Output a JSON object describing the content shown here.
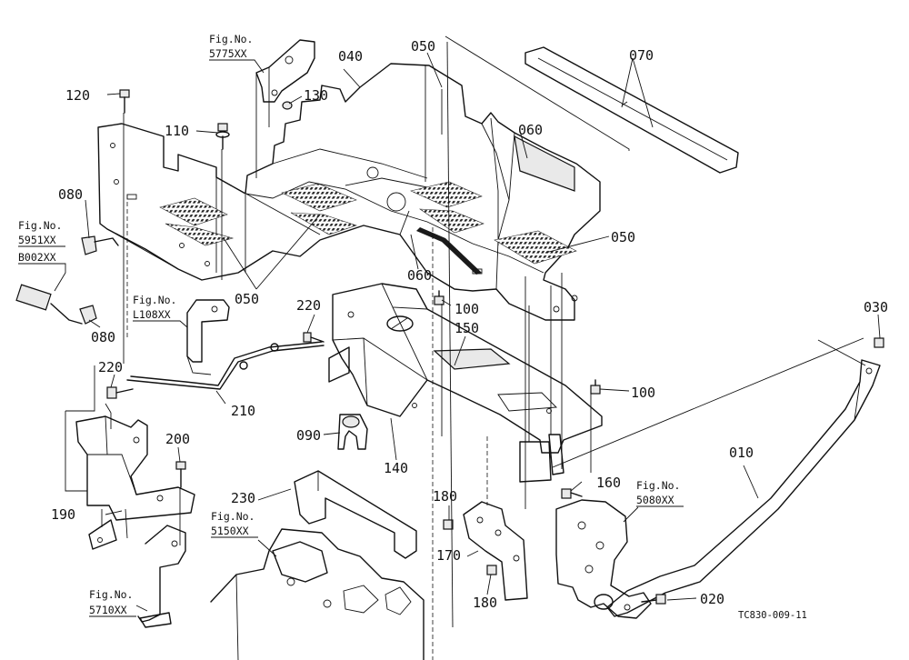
{
  "figure": {
    "drawing_code": "TC830-009-11"
  },
  "part_labels": [
    {
      "id": "p010",
      "text": "010"
    },
    {
      "id": "p020",
      "text": "020"
    },
    {
      "id": "p030",
      "text": "030"
    },
    {
      "id": "p040",
      "text": "040"
    },
    {
      "id": "p050a",
      "text": "050"
    },
    {
      "id": "p050b",
      "text": "050"
    },
    {
      "id": "p050c",
      "text": "050"
    },
    {
      "id": "p060a",
      "text": "060"
    },
    {
      "id": "p060b",
      "text": "060"
    },
    {
      "id": "p070",
      "text": "070"
    },
    {
      "id": "p080a",
      "text": "080"
    },
    {
      "id": "p080b",
      "text": "080"
    },
    {
      "id": "p090",
      "text": "090"
    },
    {
      "id": "p100a",
      "text": "100"
    },
    {
      "id": "p100b",
      "text": "100"
    },
    {
      "id": "p110",
      "text": "110"
    },
    {
      "id": "p120",
      "text": "120"
    },
    {
      "id": "p130",
      "text": "130"
    },
    {
      "id": "p140",
      "text": "140"
    },
    {
      "id": "p150",
      "text": "150"
    },
    {
      "id": "p160",
      "text": "160"
    },
    {
      "id": "p170",
      "text": "170"
    },
    {
      "id": "p180a",
      "text": "180"
    },
    {
      "id": "p180b",
      "text": "180"
    },
    {
      "id": "p190",
      "text": "190"
    },
    {
      "id": "p200",
      "text": "200"
    },
    {
      "id": "p210",
      "text": "210"
    },
    {
      "id": "p220a",
      "text": "220"
    },
    {
      "id": "p220b",
      "text": "220"
    },
    {
      "id": "p230",
      "text": "230"
    }
  ],
  "figure_refs": [
    {
      "id": "r5775",
      "prefix": "Fig.No.",
      "number": "5775XX"
    },
    {
      "id": "r5951",
      "prefix": "Fig.No.",
      "number": "5951XX",
      "extra": "B002XX"
    },
    {
      "id": "rL108",
      "prefix": "Fig.No.",
      "number": "L108XX"
    },
    {
      "id": "r5150",
      "prefix": "Fig.No.",
      "number": "5150XX"
    },
    {
      "id": "r5710",
      "prefix": "Fig.No.",
      "number": "5710XX"
    },
    {
      "id": "r5080",
      "prefix": "Fig.No.",
      "number": "5080XX"
    }
  ],
  "colors": {
    "line": "#111111",
    "background": "#ffffff",
    "shade": "#e9e9e9"
  }
}
